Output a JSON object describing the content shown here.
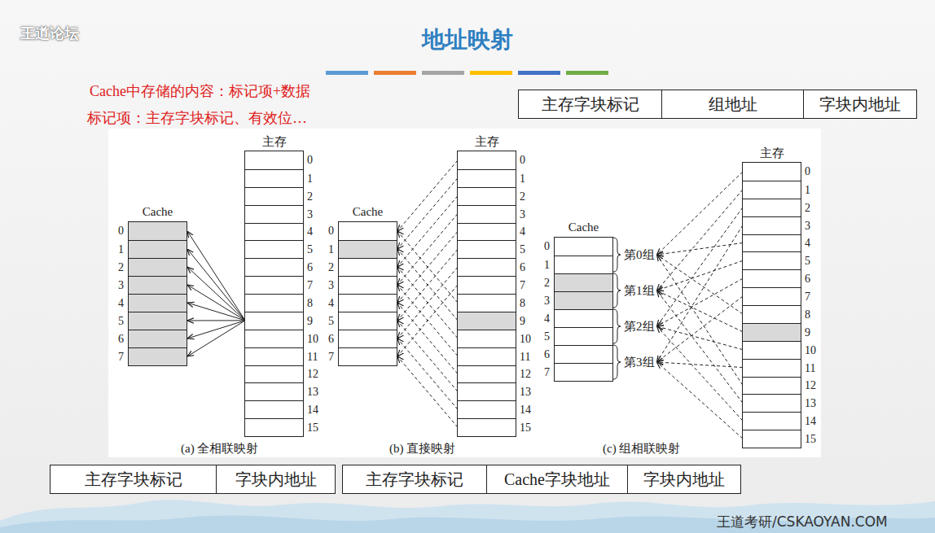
{
  "diagram": {
    "title": "地址映射",
    "nodes": [
      {
        "text": [
          "主存字块标记"
        ]
      },
      {
        "text": [
          "组地址"
        ]
      },
      {
        "text": [
          "字块内地址"
        ]
      },
      {
        "text": [
          "Cache"
        ]
      },
      {
        "text": [
          "0"
        ],
        "in": 3
      },
      {
        "text": [
          "1"
        ],
        "in": 3
      },
      {
        "text": [
          "2"
        ],
        "in": 3
      },
      {
        "text": [
          "3"
        ],
        "in": 3
      },
      {
        "text": [
          "4"
        ],
        "in": 3
      },
      {
        "text": [
          "5"
        ],
        "in": 3
      },
      {
        "text": [
          "6"
        ],
        "in": 3
      },
      {
        "text": [
          "7"
        ],
        "in": 3
      },
      {
        "text": [
          "主存"
        ]
      },
      {
        "text": [
          "0"
        ],
        "in": 12
      },
      {
        "text": [
          "1"
        ],
        "in": 12
      },
      {
        "text": [
          "2"
        ],
        "in": 12
      },
      {
        "text": [
          "3"
        ],
        "in": 12
      },
      {
        "text": [
          "4"
        ],
        "in": 12
      },
      {
        "text": [
          "5"
        ],
        "in": 12
      },
      {
        "text": [
          "6"
        ],
        "in": 12
      },
      {
        "text": [
          "7"
        ],
        "in": 12
      },
      {
        "text": [
          "8"
        ],
        "in": 12
      },
      {
        "text": [
          "9"
        ],
        "in": 12
      },
      {
        "text": [
          "10"
        ],
        "in": 12
      },
      {
        "text": [
          "11"
        ],
        "in": 12
      },
      {
        "text": [
          "12"
        ],
        "in": 12
      },
      {
        "text": [
          "13"
        ],
        "in": 12
      },
      {
        "text": [
          "14"
        ],
        "in": 12
      },
      {
        "text": [
          "15"
        ],
        "in": 12
      },
      {
        "text": [
          "Cache"
        ]
      },
      {
        "text": [
          "0"
        ],
        "in": 29
      },
      {
        "text": [
          "1"
        ],
        "in": 29
      },
      {
        "text": [
          "2"
        ],
        "in": 29
      },
      {
        "text": [
          "3"
        ],
        "in": 29
      },
      {
        "text": [
          "4"
        ],
        "in": 29
      },
      {
        "text": [
          "5"
        ],
        "in": 29
      },
      {
        "text": [
          "6"
        ],
        "in": 29
      },
      {
        "text": [
          "7"
        ],
        "in": 29
      },
      {
        "text": [
          "主存"
        ]
      },
      {
        "text": [
          "0"
        ],
        "in": 38
      },
      {
        "text": [
          "1"
        ],
        "in": 38
      },
      {
        "text": [
          "2"
        ],
        "in": 38
      },
      {
        "text": [
          "3"
        ],
        "in": 38
      },
      {
        "text": [
          "4"
        ],
        "in": 38
      },
      {
        "text": [
          "5"
        ],
        "in": 38
      },
      {
        "text": [
          "6"
        ],
        "in": 38
      },
      {
        "text": [
          "7"
        ],
        "in": 38
      },
      {
        "text": [
          "8"
        ],
        "in": 38
      },
      {
        "text": [
          "9"
        ],
        "in": 38
      },
      {
        "text": [
          "10"
        ],
        "in": 38
      },
      {
        "text": [
          "11"
        ],
        "in": 38
      },
      {
        "text": [
          "12"
        ],
        "in": 38
      },
      {
        "text": [
          "13"
        ],
        "in": 38
      },
      {
        "text": [
          "14"
        ],
        "in": 38
      },
      {
        "text": [
          "15"
        ],
        "in": 38
      },
      {
        "text": [
          "Cache"
        ]
      },
      {
        "text": [
          "0"
        ],
        "in": 55
      },
      {
        "text": [
          "1"
        ],
        "in": 55
      },
      {
        "text": [
          "2"
        ],
        "in": 55
      },
      {
        "text": [
          "3"
        ],
        "in": 55
      },
      {
        "text": [
          "4"
        ],
        "in": 55
      },
      {
        "text": [
          "5"
        ],
        "in": 55
      },
      {
        "text": [
          "6"
        ],
        "in": 55
      },
      {
        "text": [
          "7"
        ],
        "in": 55
      },
      {
        "text": [
          "第0组"
        ]
      },
      {
        "text": [
          "第1组"
        ]
      },
      {
        "text": [
          "第2组"
        ]
      },
      {
        "text": [
          "第3组"
        ]
      },
      {
        "text": [
          "主存"
        ]
      },
      {
        "text": [
          "0"
        ],
        "in": 68
      },
      {
        "text": [
          "1"
        ],
        "in": 68
      },
      {
        "text": [
          "2"
        ],
        "in": 68
      },
      {
        "text": [
          "3"
        ],
        "in": 68
      },
      {
        "text": [
          "4"
        ],
        "in": 68
      },
      {
        "text": [
          "5"
        ],
        "in": 68
      },
      {
        "text": [
          "6"
        ],
        "in": 68
      },
      {
        "text": [
          "7"
        ],
        "in": 68
      },
      {
        "text": [
          "8"
        ],
        "in": 68
      },
      {
        "text": [
          "9"
        ],
        "in": 68
      },
      {
        "text": [
          "10"
        ],
        "in": 68
      },
      {
        "text": [
          "11"
        ],
        "in": 68
      },
      {
        "text": [
          "12"
        ],
        "in": 68
      },
      {
        "text": [
          "13"
        ],
        "in": 68
      },
      {
        "text": [
          "14"
        ],
        "in": 68
      },
      {
        "text": [
          "15"
        ],
        "in": 68
      },
      {
        "text": [
          "主存字块标记"
        ]
      },
      {
        "text": [
          "字块内地址"
        ]
      },
      {
        "text": [
          "主存字块标记"
        ]
      },
      {
        "text": [
          "Cache字块地址"
        ]
      },
      {
        "text": [
          "字块内地址"
        ]
      }
    ],
    "edges": [
      {
        "from": 22,
        "to": 4,
        "arrow": "to"
      },
      {
        "from": 22,
        "to": 5,
        "arrow": "to"
      },
      {
        "from": 22,
        "to": 6,
        "arrow": "to"
      },
      {
        "from": 22,
        "to": 7,
        "arrow": "to"
      },
      {
        "from": 22,
        "to": 8,
        "arrow": "to"
      },
      {
        "from": 22,
        "to": 9,
        "arrow": "to"
      },
      {
        "from": 22,
        "to": 10,
        "arrow": "to"
      },
      {
        "from": 22,
        "to": 11,
        "arrow": "to"
      },
      {
        "from": 39,
        "to": 30,
        "arrow": "to"
      },
      {
        "from": 40,
        "to": 31,
        "arrow": "to"
      },
      {
        "from": 41,
        "to": 32,
        "arrow": "to"
      },
      {
        "from": 42,
        "to": 33,
        "arrow": "to"
      },
      {
        "from": 43,
        "to": 34,
        "arrow": "to"
      },
      {
        "from": 44,
        "to": 35,
        "arrow": "to"
      },
      {
        "from": 45,
        "to": 36,
        "arrow": "to"
      },
      {
        "from": 46,
        "to": 37,
        "arrow": "to"
      },
      {
        "from": 47,
        "to": 30,
        "arrow": "to"
      },
      {
        "from": 48,
        "to": 31,
        "arrow": "to"
      },
      {
        "from": 49,
        "to": 32,
        "arrow": "to"
      },
      {
        "from": 50,
        "to": 33,
        "arrow": "to"
      },
      {
        "from": 51,
        "to": 34,
        "arrow": "to"
      },
      {
        "from": 52,
        "to": 35,
        "arrow": "to"
      },
      {
        "from": 53,
        "to": 36,
        "arrow": "to"
      },
      {
        "from": 54,
        "to": 37,
        "arrow": "to"
      },
      {
        "from": 69,
        "to": 64,
        "arrow": "to"
      },
      {
        "from": 70,
        "to": 65,
        "arrow": "to"
      },
      {
        "from": 71,
        "to": 66,
        "arrow": "to"
      },
      {
        "from": 72,
        "to": 67,
        "arrow": "to"
      },
      {
        "from": 73,
        "to": 64,
        "arrow": "to"
      },
      {
        "from": 74,
        "to": 65,
        "arrow": "to"
      },
      {
        "from": 75,
        "to": 66,
        "arrow": "to"
      },
      {
        "from": 76,
        "to": 67,
        "arrow": "to"
      },
      {
        "from": 77,
        "to": 64,
        "arrow": "to"
      },
      {
        "from": 78,
        "to": 65,
        "arrow": "to"
      },
      {
        "from": 79,
        "to": 66,
        "arrow": "to"
      },
      {
        "from": 80,
        "to": 67,
        "arrow": "to"
      },
      {
        "from": 81,
        "to": 64,
        "arrow": "to"
      },
      {
        "from": 82,
        "to": 65,
        "arrow": "to"
      },
      {
        "from": 83,
        "to": 66,
        "arrow": "to"
      },
      {
        "from": 84,
        "to": 67,
        "arrow": "to"
      }
    ],
    "labels": [
      "王道论坛",
      "Cache中存储的内容：标记项+数据",
      "标记项：主存字块标记、有效位…",
      "(a) 全相联映射",
      "(b) 直接映射",
      "(c) 组相联映射",
      "王道考研/CSKAOYAN.COM"
    ]
  }
}
